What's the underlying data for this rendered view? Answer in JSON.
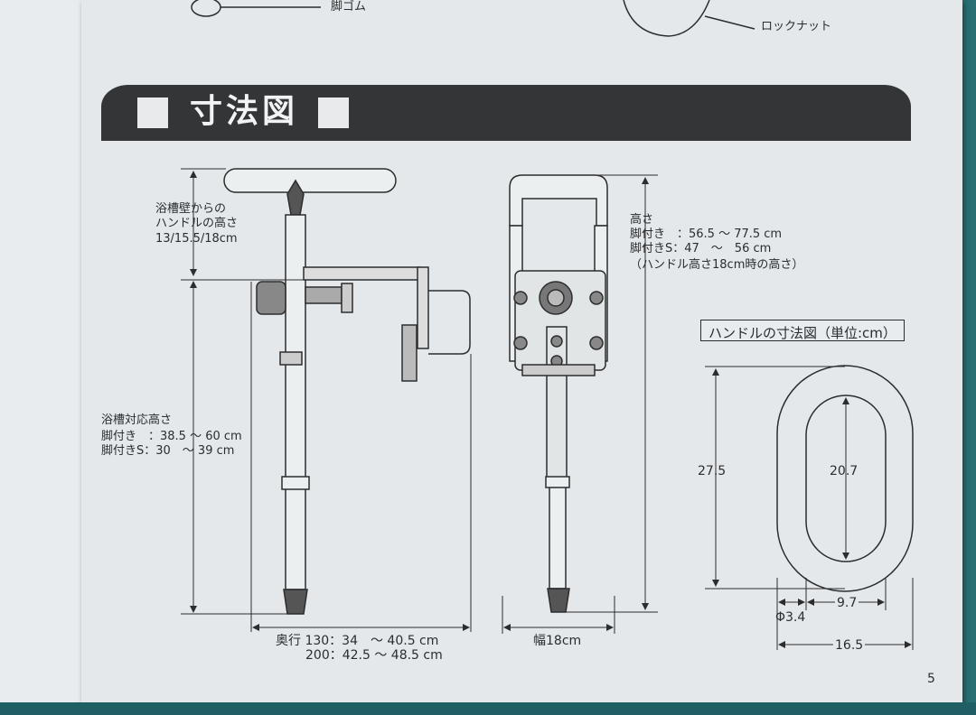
{
  "top": {
    "leg_rubber_label": "脚ゴム",
    "locknut_label": "ロックナット"
  },
  "title": "寸法図",
  "side_view": {
    "handle_height_label": [
      "浴槽壁からの",
      "ハンドルの高さ"
    ],
    "handle_height_values": "13/15.5/18cm",
    "tub_height_label": "浴槽対応高さ",
    "tub_with_legs": "脚付き　：38.5 ～ 60 cm",
    "tub_with_legs_s": "脚付きS：30　～ 39 cm",
    "depth_line1": "奥行 130：34　～ 40.5 cm",
    "depth_line2": "200：42.5 ～ 48.5 cm"
  },
  "front_view": {
    "height_label": "高さ",
    "height_with_legs": "脚付き　：56.5 ～ 77.5 cm",
    "height_with_legs_s": "脚付きS：47　～　56 cm",
    "height_note": "（ハンドル高さ18cm時の高さ）",
    "width_label": "幅18cm"
  },
  "handle_diagram": {
    "legend": "ハンドルの寸法図（単位:cm）",
    "outer_height": "27.5",
    "inner_height": "20.7",
    "diameter": "Φ3.4",
    "inner_width": "9.7",
    "outer_width": "16.5"
  },
  "page_number": "5",
  "colors": {
    "page": "#e4e8ea",
    "title_bar": "#333537",
    "ink": "#2b2d2f",
    "background": "#2a6f73"
  }
}
